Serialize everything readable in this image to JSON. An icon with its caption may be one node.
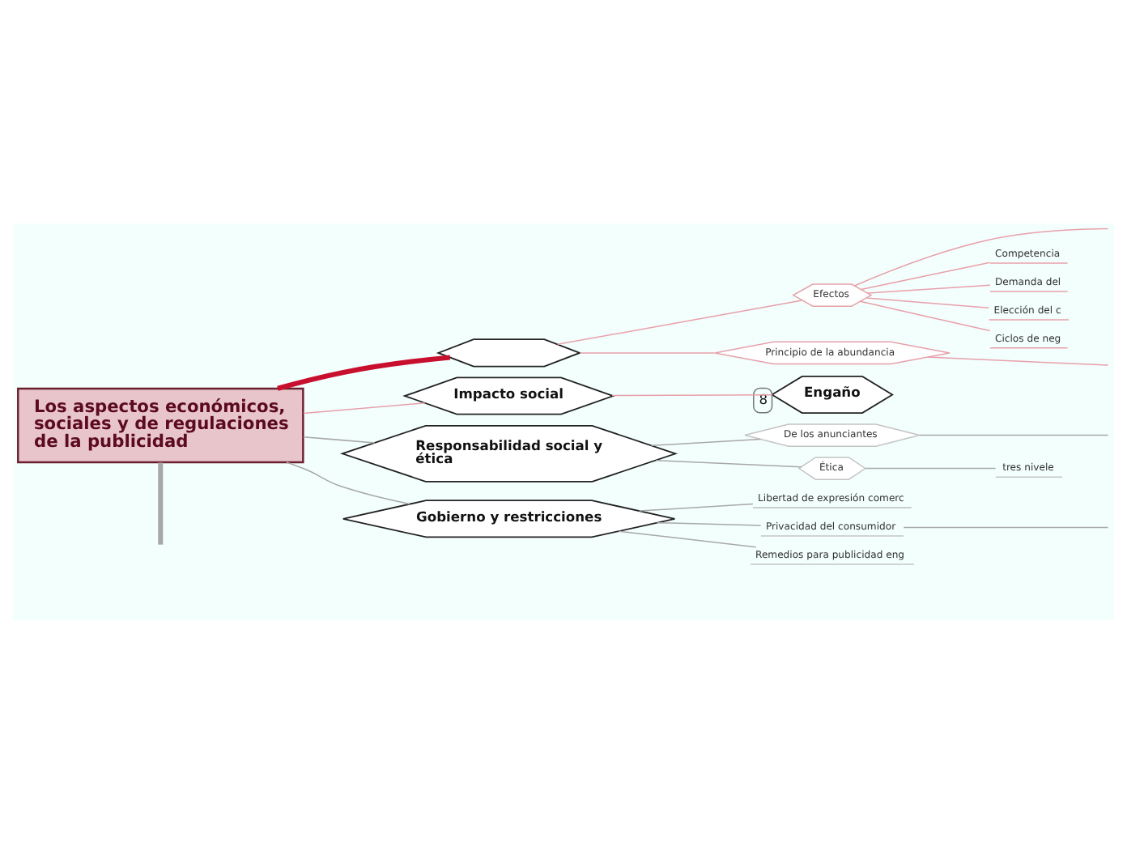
{
  "diagram": {
    "nodes": [
      {
        "text": [
          "Los aspectos económicos, sociales y de regulaciones de la publicidad"
        ]
      },
      {
        "text": [],
        "shape": "hexagon"
      },
      {
        "text": [
          "Efectos"
        ]
      },
      {
        "text": [
          "Competencia"
        ]
      },
      {
        "text": [
          "Demanda del"
        ]
      },
      {
        "text": [
          "Elección del c"
        ]
      },
      {
        "text": [
          "Ciclos de neg"
        ]
      },
      {
        "text": [
          "Principio de la abundancia"
        ]
      },
      {
        "text": [
          "Impacto social"
        ]
      },
      {
        "text": [
          "Engaño"
        ],
        "beside": [
          "8"
        ]
      },
      {
        "text": [
          "Responsabilidad social y ética"
        ]
      },
      {
        "text": [
          "De los anunciantes"
        ]
      },
      {
        "text": [
          "Ética"
        ]
      },
      {
        "text": [
          "tres nivele"
        ]
      },
      {
        "text": [
          "Gobierno y restricciones"
        ]
      },
      {
        "text": [
          "Libertad de expresión comerc"
        ]
      },
      {
        "text": [
          "Privacidad del consumidor"
        ]
      },
      {
        "text": [
          "Remedios para publicidad eng"
        ]
      }
    ],
    "edges": [
      {
        "from": 0,
        "to": 1,
        "arrow": "none",
        "style": "thick",
        "color": "#c8102e"
      },
      {
        "from": 1,
        "to": 2,
        "arrow": "none",
        "color": "#e8a0aa"
      },
      {
        "from": 2,
        "to": null,
        "arrow": "none",
        "color": "#e8a0aa"
      },
      {
        "from": 2,
        "to": 3,
        "arrow": "none",
        "color": "#e8a0aa"
      },
      {
        "from": 2,
        "to": 4,
        "arrow": "none",
        "color": "#e8a0aa"
      },
      {
        "from": 2,
        "to": 5,
        "arrow": "none",
        "color": "#e8a0aa"
      },
      {
        "from": 2,
        "to": 6,
        "arrow": "none",
        "color": "#e8a0aa"
      },
      {
        "from": 1,
        "to": 7,
        "arrow": "none",
        "color": "#e8a0aa"
      },
      {
        "from": 7,
        "to": null,
        "arrow": "none",
        "color": "#e8a0aa"
      },
      {
        "from": 0,
        "to": 8,
        "arrow": "none",
        "color": "#e8a0aa"
      },
      {
        "from": 8,
        "to": 9,
        "arrow": "none",
        "color": "#e8a0aa"
      },
      {
        "from": 0,
        "to": 10,
        "arrow": "none"
      },
      {
        "from": 10,
        "to": 11,
        "arrow": "none"
      },
      {
        "from": 11,
        "to": null,
        "arrow": "none"
      },
      {
        "from": 10,
        "to": 12,
        "arrow": "none"
      },
      {
        "from": 12,
        "to": 13,
        "arrow": "none"
      },
      {
        "from": 0,
        "to": 14,
        "arrow": "none"
      },
      {
        "from": 14,
        "to": 15,
        "arrow": "none"
      },
      {
        "from": 14,
        "to": 16,
        "arrow": "none"
      },
      {
        "from": 16,
        "to": null,
        "arrow": "none"
      },
      {
        "from": 14,
        "to": 17,
        "arrow": "none"
      },
      {
        "from": 0,
        "to": null,
        "arrow": "none",
        "style": "thick"
      }
    ]
  }
}
